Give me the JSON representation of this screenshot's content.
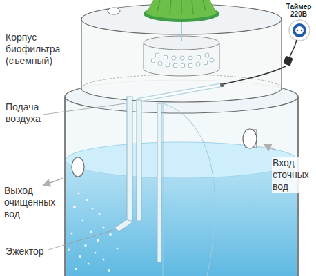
{
  "diagram": {
    "labels": [
      "Таймер 220В",
      "Корпус биофильтра (съемный)",
      "Подача воздуха",
      "Выход очищенных вод",
      "Эжектор",
      "Вход сточных вод"
    ]
  }
}
